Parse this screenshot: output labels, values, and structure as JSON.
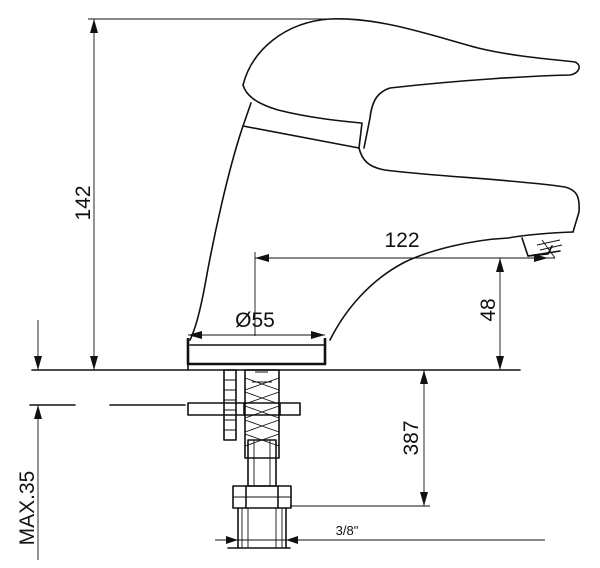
{
  "dimensions": {
    "height_total": "142",
    "spout_reach": "122",
    "base_diameter": "Ø55",
    "spout_height": "48",
    "hose_length": "387",
    "max_thickness": "MAX.35",
    "thread_size": "3/8\""
  }
}
